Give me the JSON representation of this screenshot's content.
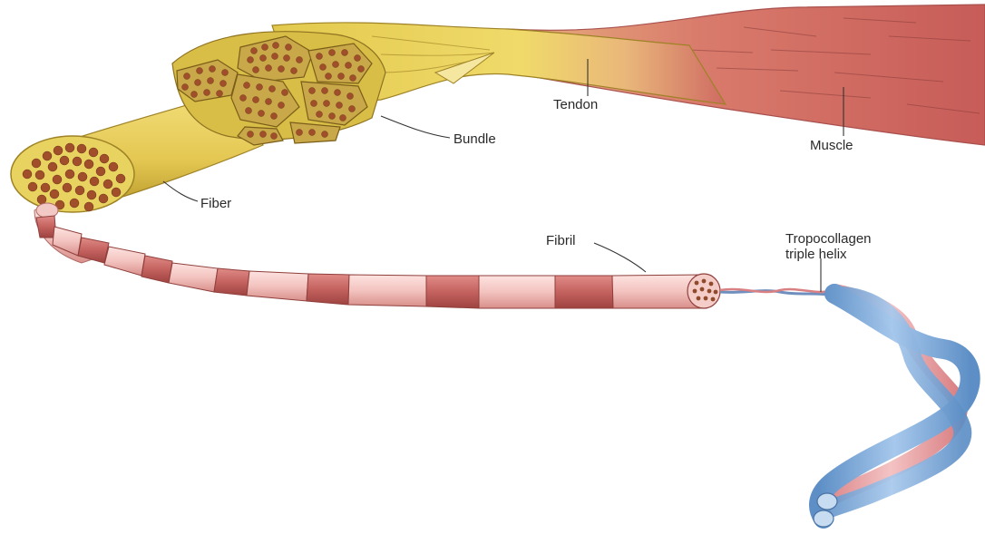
{
  "labels": {
    "tendon": "Tendon",
    "bundle": "Bundle",
    "muscle": "Muscle",
    "fiber": "Fiber",
    "fibril": "Fibril",
    "tropocollagen": "Tropocollagen\ntriple helix"
  },
  "colors": {
    "tendon_yellow": "#e9d360",
    "tendon_shadow": "#b79a2a",
    "fiber_brown": "#8e4a2a",
    "muscle_red": "#cf6a63",
    "fibril_pink": "#f1bfbc",
    "fibril_dark": "#c05e5c",
    "helix_blue": "#7ea9d6",
    "helix_pink": "#e79a9c"
  }
}
